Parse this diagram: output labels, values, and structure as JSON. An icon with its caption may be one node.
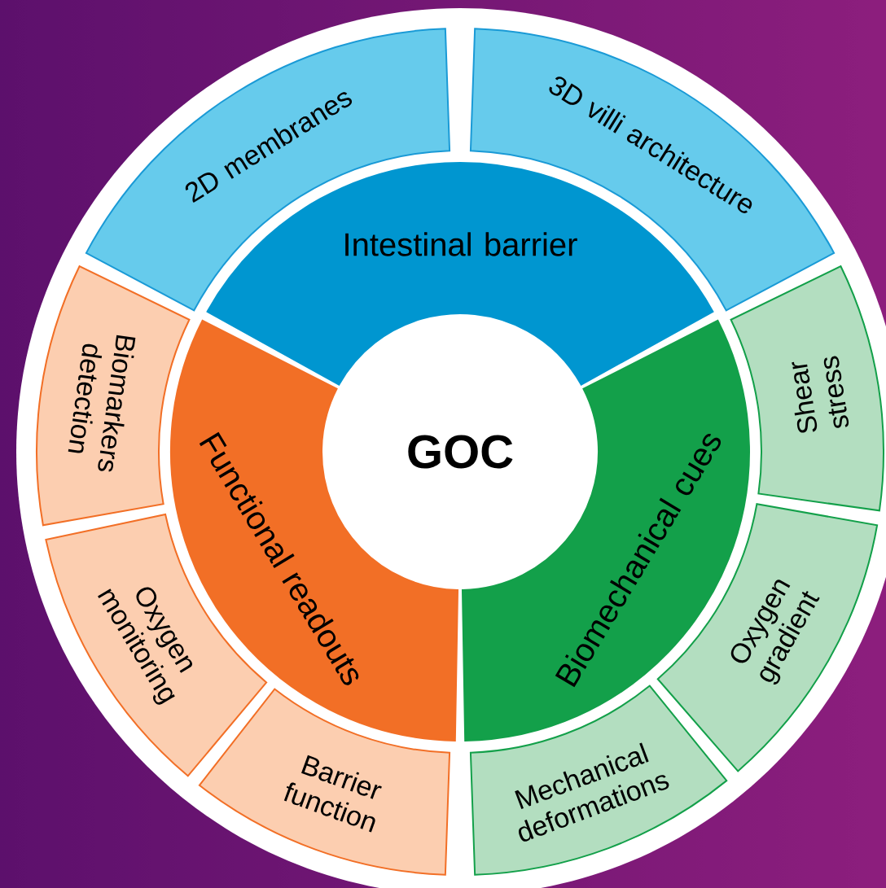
{
  "diagram": {
    "nodes": [
      {
        "text": [
          "GOC"
        ]
      },
      {
        "text": [
          "Intestinal barrier"
        ]
      },
      {
        "text": [
          "Functional readouts"
        ]
      },
      {
        "text": [
          "Biomechanical cues"
        ]
      },
      {
        "text": [
          "2D membranes"
        ]
      },
      {
        "text": [
          "3D villi architecture"
        ]
      },
      {
        "text": [
          "Biomarkers detection"
        ]
      },
      {
        "text": [
          "Shear stress"
        ]
      },
      {
        "text": [
          "Oxygen monitoring"
        ]
      },
      {
        "text": [
          "Oxygen gradient"
        ]
      },
      {
        "text": [
          "Barrier function"
        ]
      },
      {
        "text": [
          "Mechanical deformations"
        ]
      }
    ]
  }
}
